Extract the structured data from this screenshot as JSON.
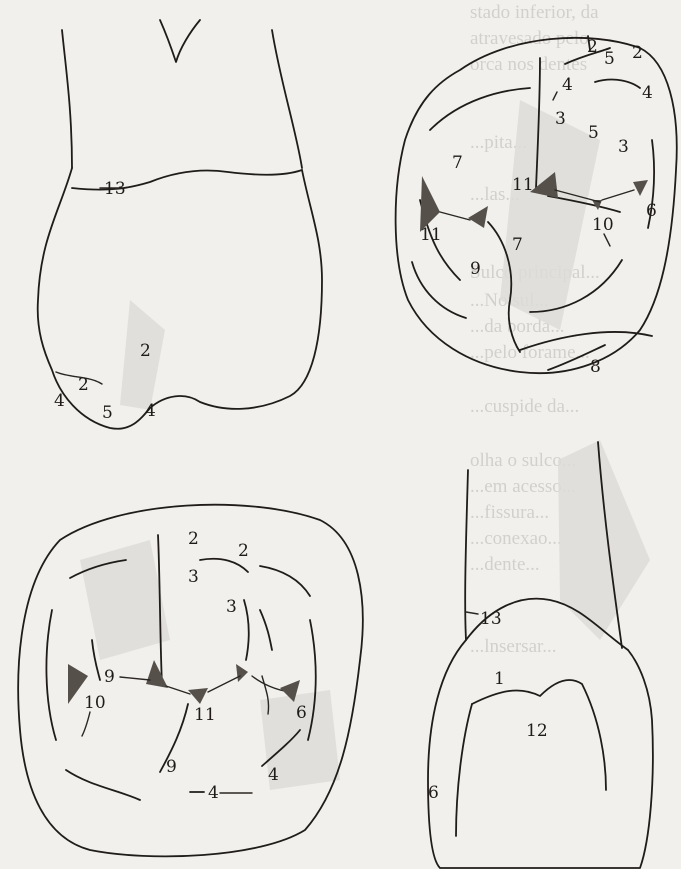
{
  "figures": {
    "lateral_view": {
      "labels": [
        "13",
        "2",
        "4",
        "2",
        "5",
        "4"
      ]
    },
    "occlusal_view_upper": {
      "labels": [
        "2",
        "5",
        "2",
        "4",
        "4",
        "3",
        "5",
        "3",
        "7",
        "11",
        "6",
        "11",
        "10",
        "7",
        "9",
        "8"
      ]
    },
    "occlusal_view_lower": {
      "labels": [
        "2",
        "2",
        "3",
        "3",
        "9",
        "10",
        "11",
        "6",
        "9",
        "4",
        "4"
      ]
    },
    "section_view": {
      "labels": [
        "13",
        "1",
        "12",
        "6"
      ]
    }
  },
  "background_text_lines": [
    "stado inferior, da",
    "atravesado pelo",
    "orca nos dentes",
    "...pita...",
    "...las...",
    "Sulco principal...",
    "...No sul...",
    "...da borda...",
    "...pelo forame...",
    "...cuspide da...",
    "olha o sulco...",
    "...em acesso...",
    "...fissura...",
    "...conexao...",
    "...dente...",
    "...lnsersar..."
  ]
}
